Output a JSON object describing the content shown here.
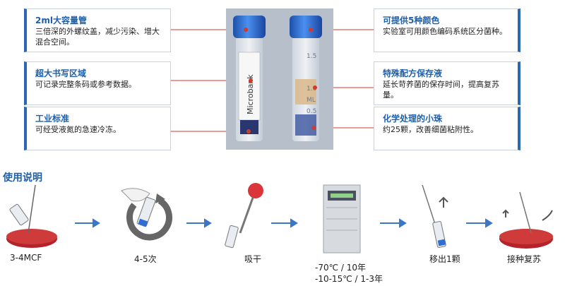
{
  "features_left": [
    {
      "title": "2ml大容量管",
      "desc": "三倍深的外螺纹盖，减少污染、增大混合空间。"
    },
    {
      "title": "超大书写区域",
      "desc": "可记录完整条码或参考数据。"
    },
    {
      "title": "工业标准",
      "desc": "可经受液氮的急速冷冻。"
    }
  ],
  "features_right": [
    {
      "title": "可提供5种颜色",
      "desc": "实验室可用颜色编码系统区分菌种。"
    },
    {
      "title": "特殊配方保存液",
      "desc": "延长苛养菌的保存时间，提高复苏量。"
    },
    {
      "title": "化学处理的小珠",
      "desc": "约25颗，改善细菌粘附性。"
    }
  ],
  "photo": {
    "tube_label": "Microbank",
    "scale_marks": [
      "1.5",
      "1.0",
      "ML",
      "0.5"
    ]
  },
  "usage": {
    "section_title": "使用说明",
    "steps": [
      {
        "label": "3-4MCF"
      },
      {
        "label": "4-5次"
      },
      {
        "label": "吸干"
      },
      {
        "label": "-70℃ / 10年",
        "label2": "-10-15℃ / 1-3年"
      },
      {
        "label": "移出1颗"
      },
      {
        "label": "接种复苏"
      }
    ]
  },
  "colors": {
    "accent_blue": "#1f5fa8",
    "border_blue": "#2a68b3",
    "connector_red": "#d23a2a",
    "arrow_blue": "#3b77c4",
    "cap_blue": "#2f6fd3",
    "petri_red": "#b5232a"
  }
}
